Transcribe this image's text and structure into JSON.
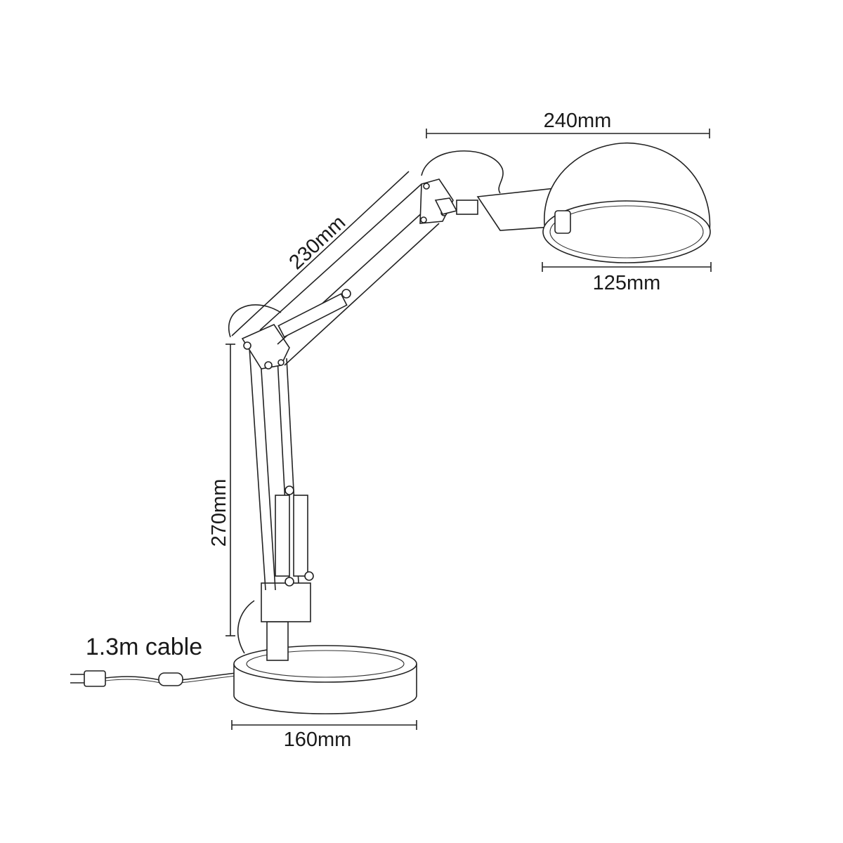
{
  "title": "Desk lamp dimensions",
  "dimensions": {
    "shade_reach": "240mm",
    "shade_diameter": "125mm",
    "upper_arm": "230mm",
    "lower_arm": "270mm",
    "base_diameter": "160mm",
    "cable": "1.3m cable"
  },
  "colors": {
    "line": "#222222",
    "background": "#ffffff"
  }
}
